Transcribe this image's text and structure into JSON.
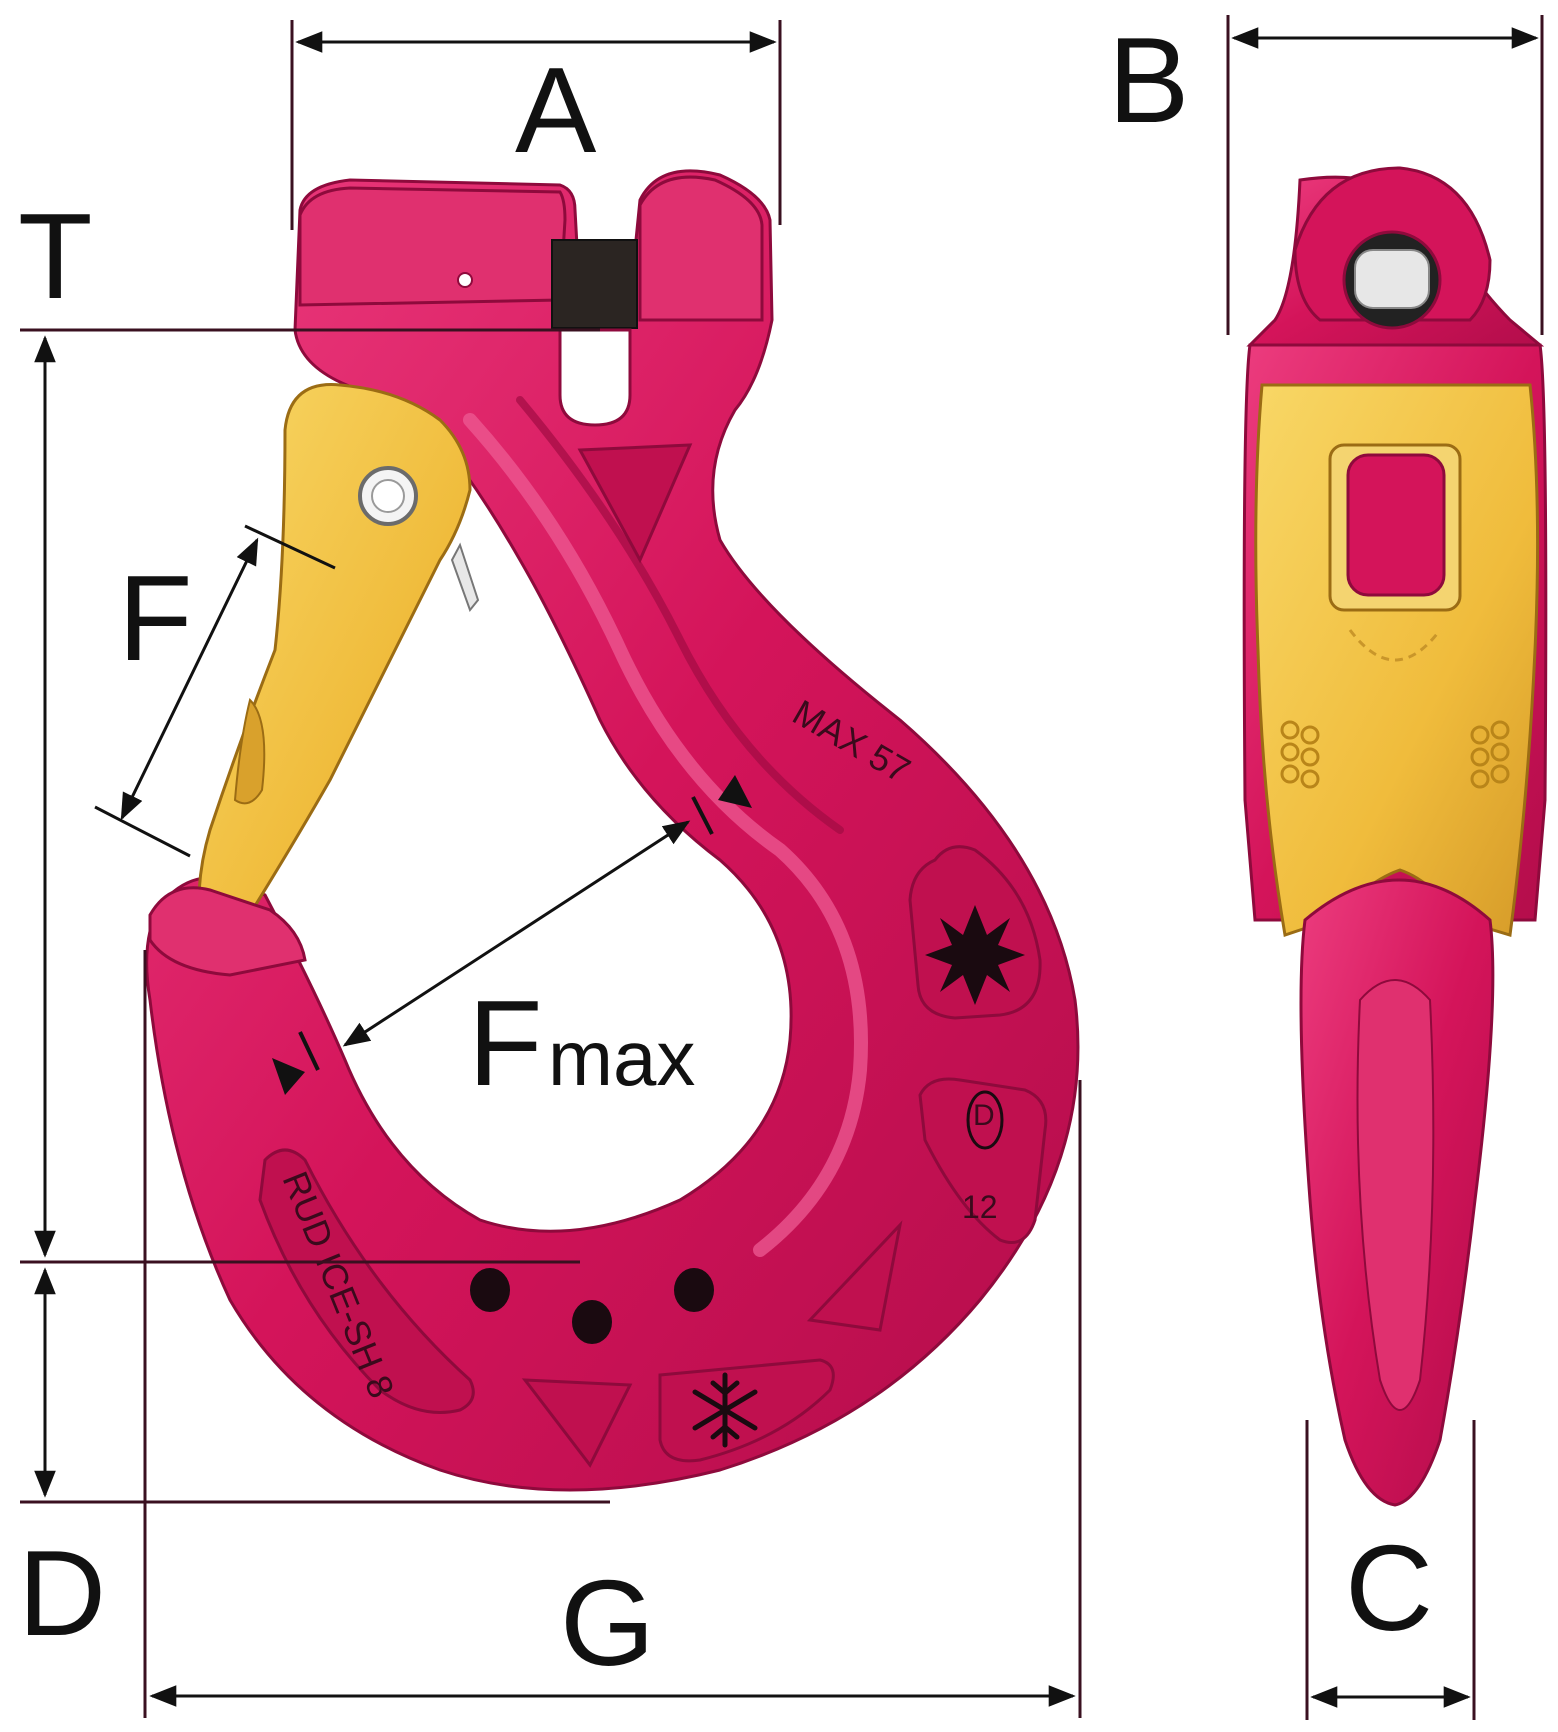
{
  "labels": {
    "A": "A",
    "B": "B",
    "C": "C",
    "D": "D",
    "F": "F",
    "Fmax_main": "F",
    "Fmax_sub": "max",
    "G": "G",
    "T": "T"
  },
  "engravings": {
    "max_load": "MAX 57",
    "brand": "RUD ICE-SH 8",
    "date_code_letter": "D",
    "date_code_number": "12"
  },
  "colors": {
    "hook_body": "#d4145a",
    "hook_highlight": "#ec4a86",
    "hook_shadow": "#a10c43",
    "latch": "#f2c040",
    "latch_shadow": "#c9962a",
    "dimension_line": "#3a1020",
    "background": "#ffffff"
  },
  "icons": [
    "star-icon",
    "snowflake-icon",
    "pin-icon"
  ]
}
